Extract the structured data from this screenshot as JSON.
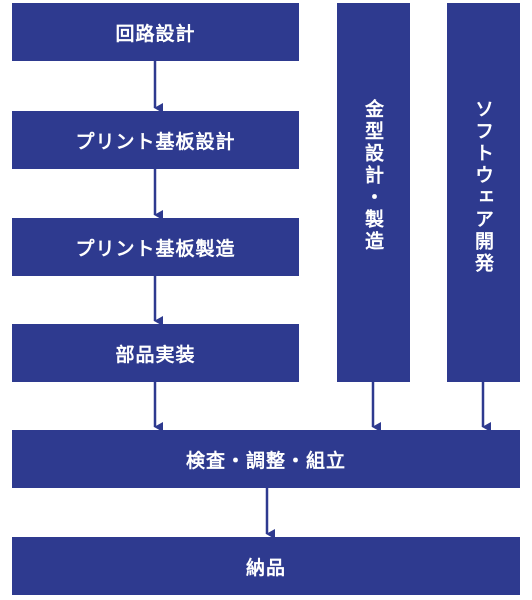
{
  "steps": {
    "circuit_design": "回路設計",
    "pcb_design": "プリント基板設計",
    "pcb_manufacturing": "プリント基板製造",
    "component_mounting": "部品実装",
    "mold_design": "金型設計・製造",
    "software": "ソフトウェア開発",
    "inspection": "検査・調整・組立",
    "delivery": "納品"
  },
  "colors": {
    "box": "#2e3a8f",
    "arrow": "#2e3a8f",
    "text": "#ffffff"
  }
}
